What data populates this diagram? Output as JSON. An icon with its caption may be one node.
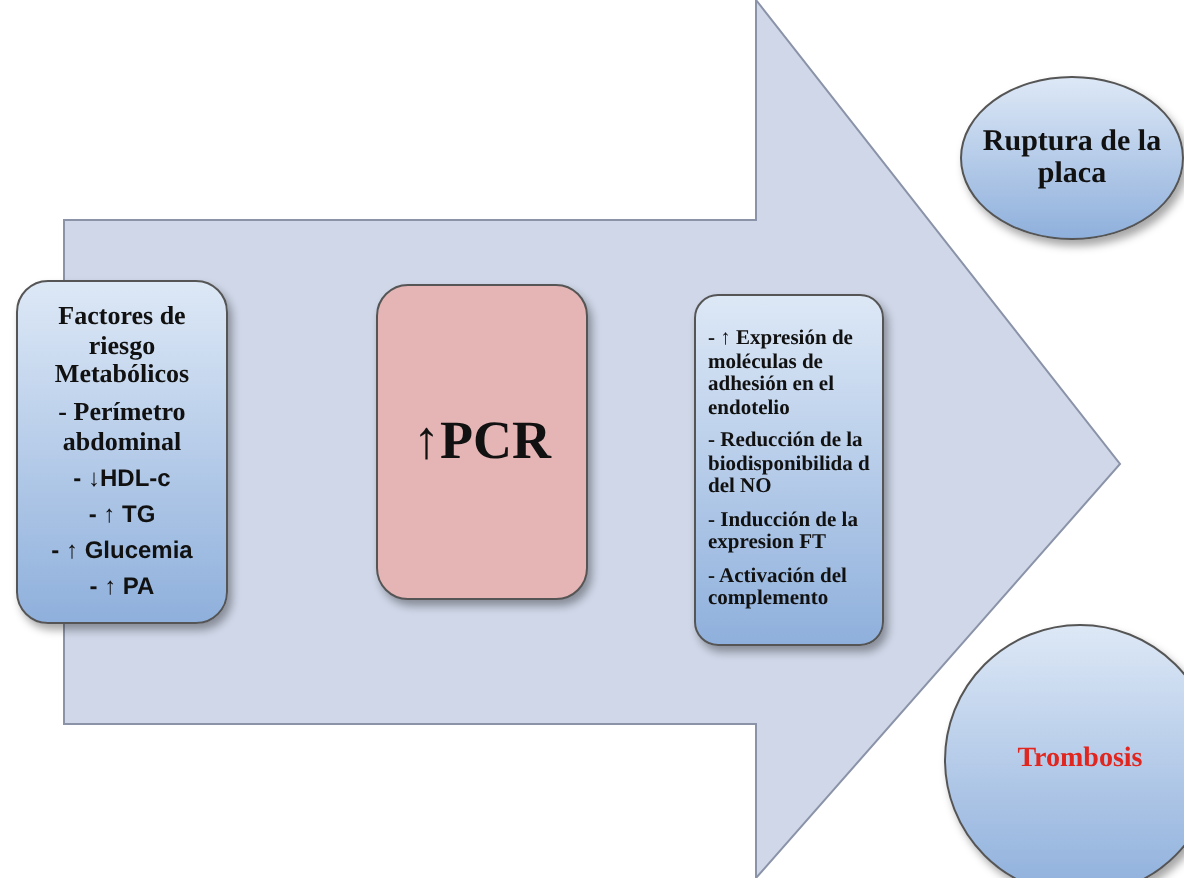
{
  "diagram": {
    "nodes": [
      {
        "text": [
          "Factores de riesgo Metabólicos",
          "- Perímetro abdominal",
          "- ↓HDL-c",
          "- ↑ TG",
          "- ↑ Glucemia",
          "- ↑ PA"
        ]
      },
      {
        "text": [
          "↑PCR"
        ]
      },
      {
        "text": [
          "- ↑ Expresión de moléculas de adhesión en el endotelio",
          "- Reducción de la biodisponibilida d del NO",
          "- Inducción de la expresion FT",
          "- Activación del complemento"
        ]
      },
      {
        "text": [
          "Ruptura de la placa"
        ]
      },
      {
        "text": [
          "Trombosis"
        ]
      }
    ]
  }
}
